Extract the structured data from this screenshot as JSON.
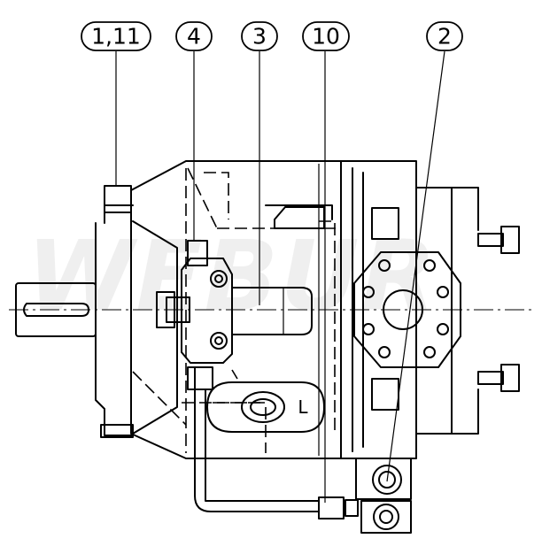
{
  "watermark": "WEBUR",
  "callouts": [
    {
      "id": "callout-1-11",
      "text": "1,11"
    },
    {
      "id": "callout-4",
      "text": "4"
    },
    {
      "id": "callout-3",
      "text": "3"
    },
    {
      "id": "callout-10",
      "text": "10"
    },
    {
      "id": "callout-2",
      "text": "2"
    }
  ],
  "port_label": "L"
}
